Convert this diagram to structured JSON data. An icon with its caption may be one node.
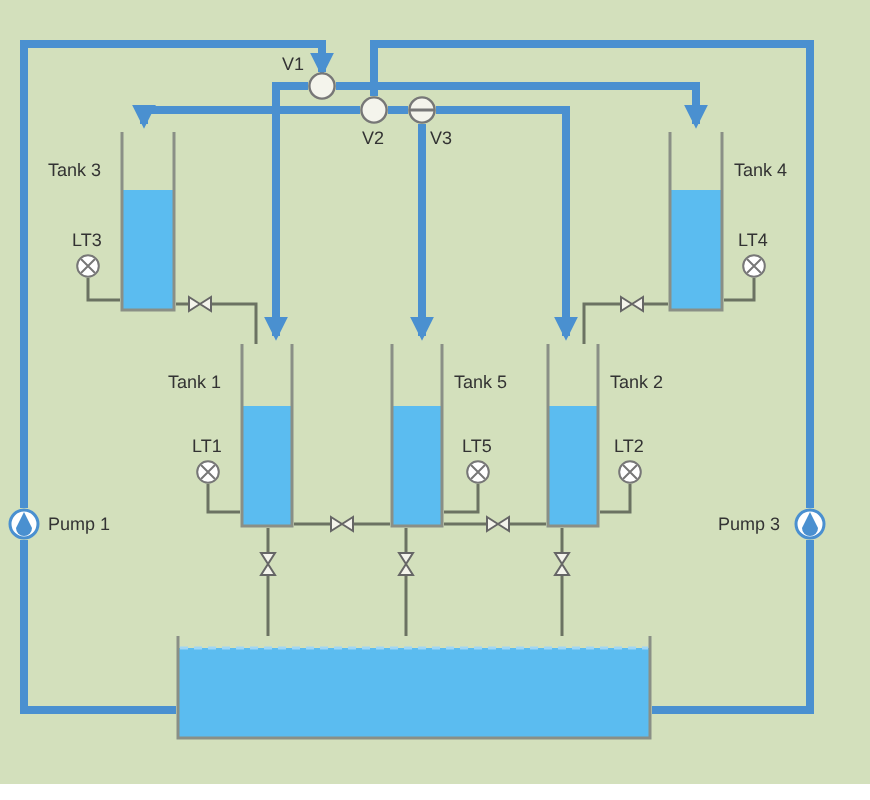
{
  "diagram": {
    "nodes": [
      {
        "text": [
          "Tank 3"
        ]
      },
      {
        "text": [
          "Tank 4"
        ]
      },
      {
        "text": [
          "Tank 1"
        ]
      },
      {
        "text": [
          "Tank 5"
        ]
      },
      {
        "text": [
          "Tank 2"
        ]
      },
      {
        "text": [],
        "shape": "box"
      },
      {
        "text": [
          "Pump 1"
        ]
      },
      {
        "text": [
          "Pump 3"
        ]
      },
      {
        "text": [
          "V1"
        ]
      },
      {
        "text": [
          "V2"
        ]
      },
      {
        "text": [
          "V3"
        ]
      },
      {
        "text": [
          "LT3"
        ]
      },
      {
        "text": [
          "LT4"
        ]
      },
      {
        "text": [
          "LT1"
        ]
      },
      {
        "text": [
          "LT5"
        ]
      },
      {
        "text": [
          "LT2"
        ]
      },
      {
        "text": [],
        "shape": "valve"
      },
      {
        "text": [],
        "shape": "valve"
      },
      {
        "text": [],
        "shape": "valve"
      },
      {
        "text": [],
        "shape": "valve"
      },
      {
        "text": [],
        "shape": "valve"
      },
      {
        "text": [],
        "shape": "valve"
      },
      {
        "text": [],
        "shape": "valve"
      }
    ],
    "edges": [
      {
        "from": 5,
        "to": 6,
        "arrow": "none",
        "style": "thick",
        "color": "#4a90d0"
      },
      {
        "from": 6,
        "to": 8,
        "arrow": "to",
        "style": "thick",
        "color": "#4a90d0"
      },
      {
        "from": 8,
        "to": 2,
        "arrow": "to",
        "style": "thick",
        "color": "#4a90d0"
      },
      {
        "from": 8,
        "to": 1,
        "arrow": "to",
        "style": "thick",
        "color": "#4a90d0"
      },
      {
        "from": 5,
        "to": 7,
        "arrow": "none",
        "style": "thick",
        "color": "#4a90d0"
      },
      {
        "from": 7,
        "to": 9,
        "arrow": "none",
        "style": "thick",
        "color": "#4a90d0"
      },
      {
        "from": 9,
        "to": 0,
        "arrow": "to",
        "style": "thick",
        "color": "#4a90d0"
      },
      {
        "from": 9,
        "to": 10,
        "arrow": "none",
        "style": "thick",
        "color": "#4a90d0"
      },
      {
        "from": 10,
        "to": 4,
        "arrow": "to",
        "style": "thick",
        "color": "#4a90d0"
      },
      {
        "from": 10,
        "to": 3,
        "arrow": "to",
        "style": "thick",
        "color": "#4a90d0"
      },
      {
        "from": 0,
        "to": 16,
        "arrow": "none"
      },
      {
        "from": 16,
        "to": 2,
        "arrow": "none"
      },
      {
        "from": 1,
        "to": 17,
        "arrow": "none"
      },
      {
        "from": 17,
        "to": 4,
        "arrow": "none"
      },
      {
        "from": 2,
        "to": 18,
        "arrow": "none"
      },
      {
        "from": 18,
        "to": 3,
        "arrow": "none"
      },
      {
        "from": 3,
        "to": 19,
        "arrow": "none"
      },
      {
        "from": 19,
        "to": 4,
        "arrow": "none"
      },
      {
        "from": 2,
        "to": 20,
        "arrow": "none"
      },
      {
        "from": 20,
        "to": 5,
        "arrow": "none"
      },
      {
        "from": 3,
        "to": 21,
        "arrow": "none"
      },
      {
        "from": 21,
        "to": 5,
        "arrow": "none"
      },
      {
        "from": 4,
        "to": 22,
        "arrow": "none"
      },
      {
        "from": 22,
        "to": 5,
        "arrow": "none"
      },
      {
        "from": 11,
        "to": 0,
        "arrow": "none"
      },
      {
        "from": 12,
        "to": 1,
        "arrow": "none"
      },
      {
        "from": 13,
        "to": 2,
        "arrow": "none"
      },
      {
        "from": 14,
        "to": 3,
        "arrow": "none"
      },
      {
        "from": 15,
        "to": 4,
        "arrow": "none"
      }
    ]
  }
}
